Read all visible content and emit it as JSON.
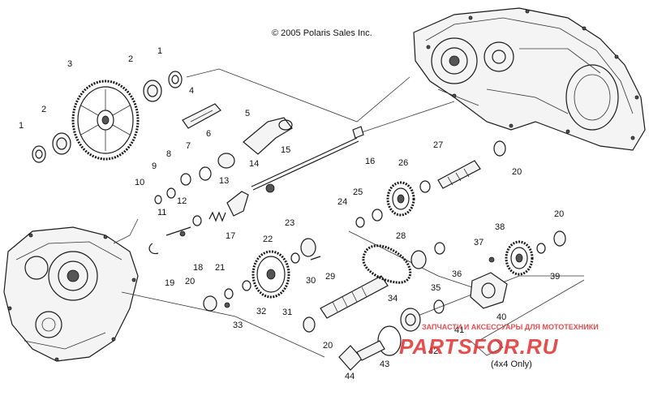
{
  "copyright": "© 2005 Polaris Sales Inc.",
  "note_4x4": "(4x4 Only)",
  "watermark": {
    "small_text": "ЗАПЧАСТИ И АКСЕССУАРЫ ДЛЯ МОТОТЕХНИКИ",
    "big_text": "PARTSFOR.RU",
    "color": "#e03030"
  },
  "callouts": [
    "1",
    "2",
    "3",
    "1",
    "2",
    "4",
    "5",
    "6",
    "7",
    "8",
    "9",
    "10",
    "11",
    "12",
    "13",
    "14",
    "15",
    "16",
    "17",
    "18",
    "19",
    "20",
    "21",
    "22",
    "23",
    "24",
    "25",
    "26",
    "27",
    "20",
    "20",
    "28",
    "29",
    "30",
    "31",
    "32",
    "33",
    "34",
    "35",
    "36",
    "37",
    "38",
    "39",
    "40",
    "41",
    "42",
    "20",
    "43",
    "44"
  ]
}
